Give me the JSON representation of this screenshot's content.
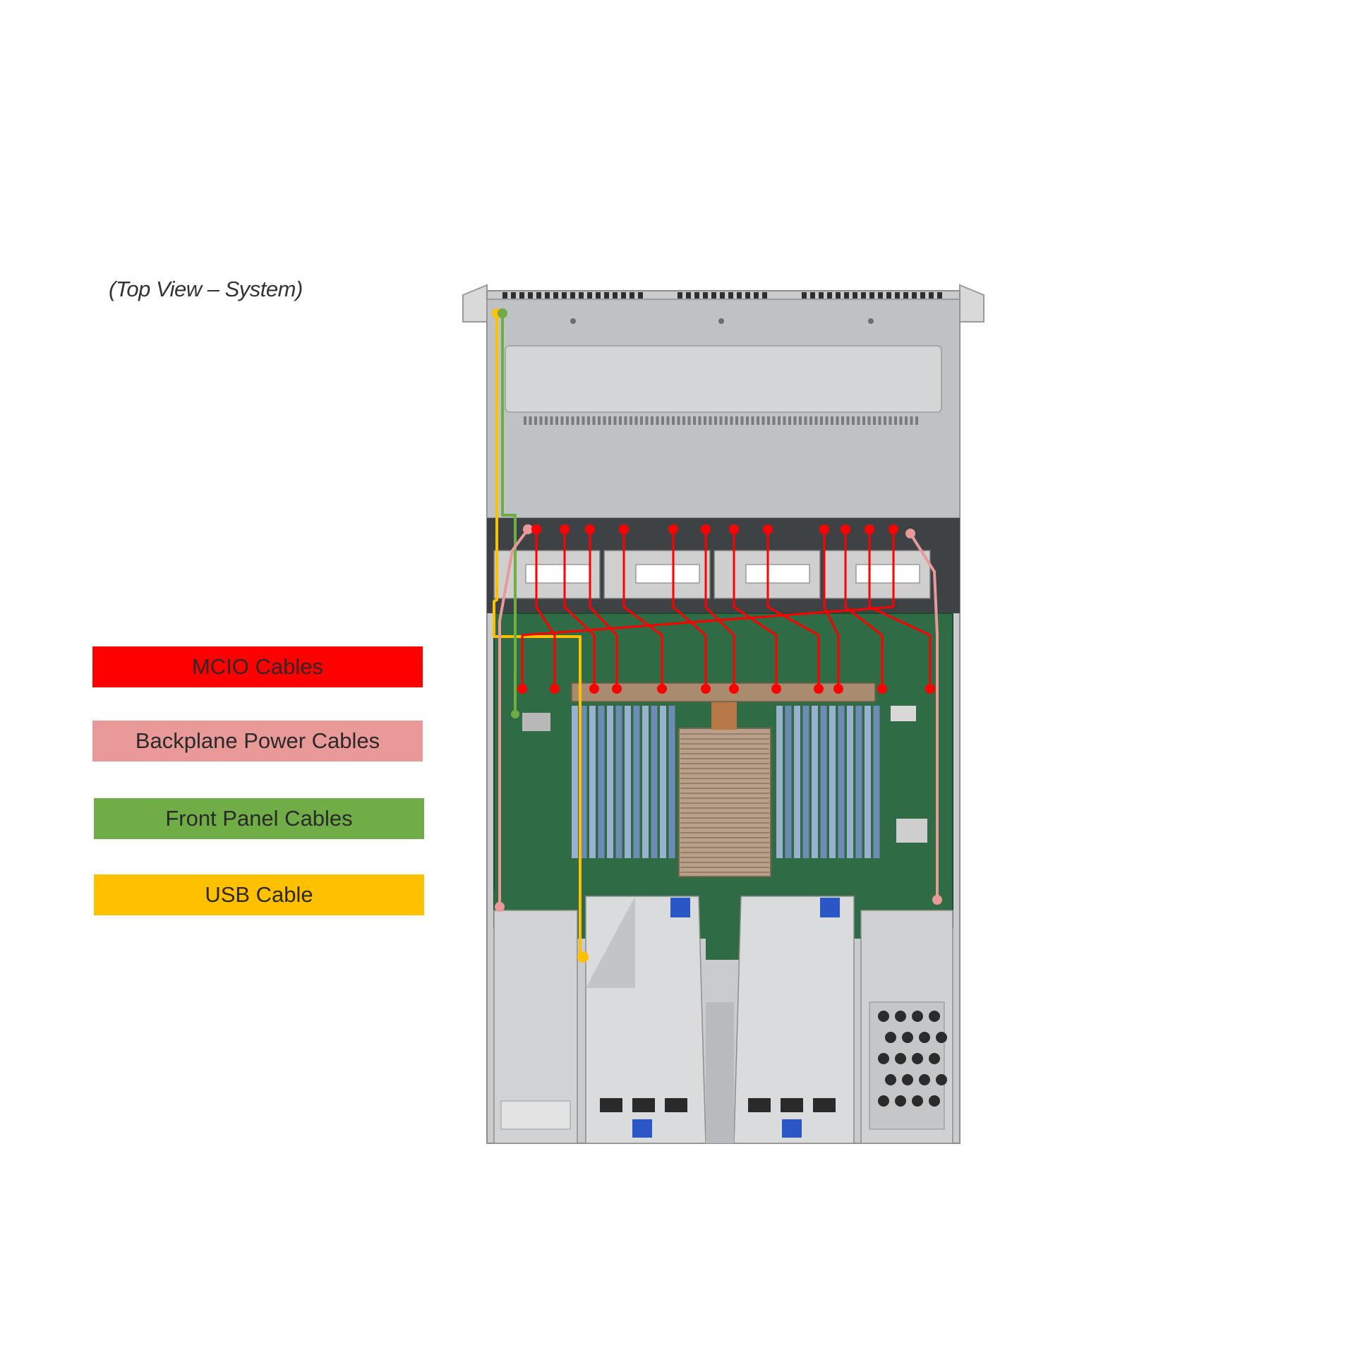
{
  "view_title": "(Top View – System)",
  "legend": [
    {
      "label": "MCIO Cables",
      "color": "#ff0000"
    },
    {
      "label": "Backplane Power Cables",
      "color": "#ea9999"
    },
    {
      "label": "Front Panel Cables",
      "color": "#70ad47"
    },
    {
      "label": "USB Cable",
      "color": "#ffc000"
    }
  ],
  "cable_colors": {
    "mcio": "#ff0000",
    "backplane_power": "#ea9999",
    "front_panel": "#70ad47",
    "usb": "#ffc000"
  }
}
